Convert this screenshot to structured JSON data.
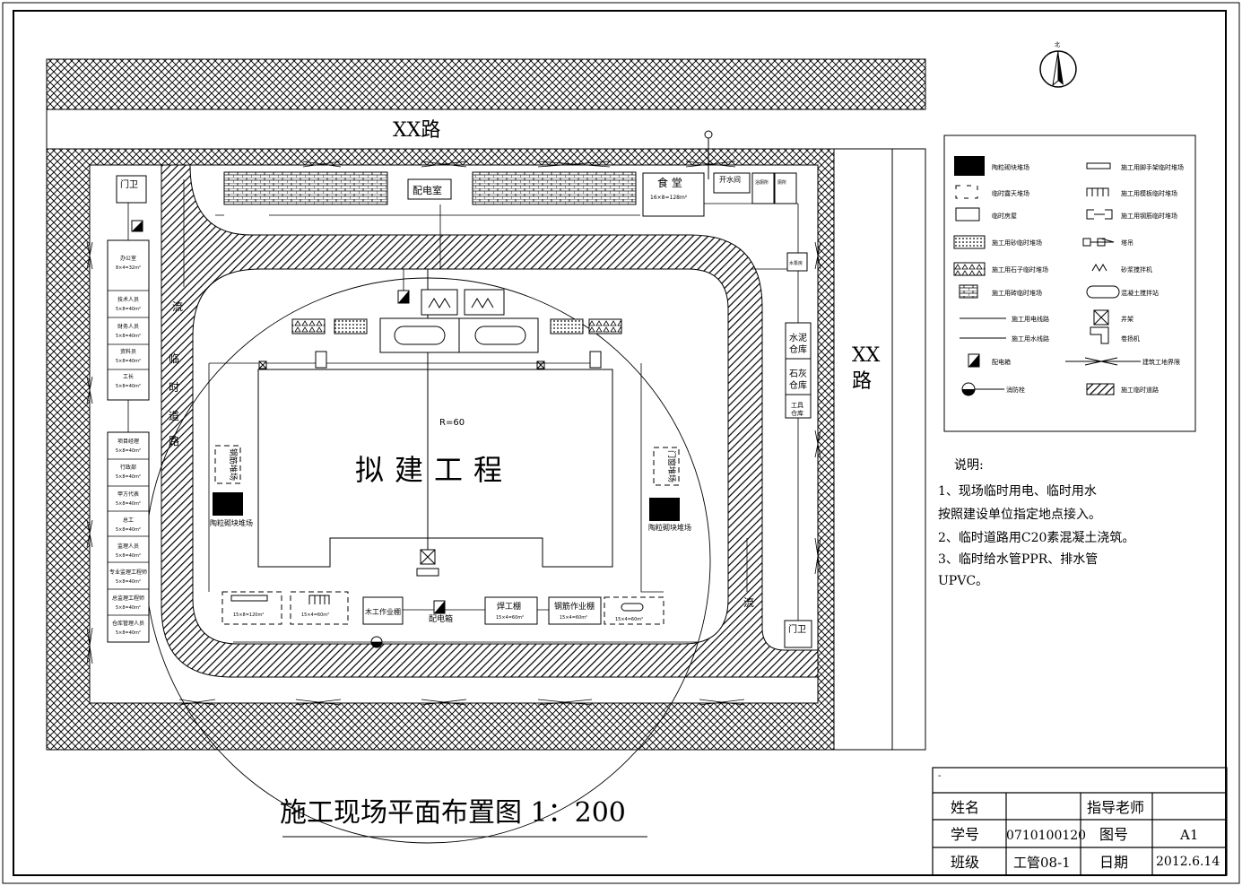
{
  "title": "施工现场平面布置图 1：200",
  "north_label": "北",
  "roads": {
    "top": "XX路",
    "right_line1": "XX",
    "right_line2": "路"
  },
  "site": {
    "main_building": "拟建工程",
    "crane_radius": "R=60",
    "temp_road_chars": [
      "临",
      "时",
      "道",
      "路"
    ],
    "flow_left": "流",
    "flow_right": "流",
    "power_room": "配电室",
    "canteen": "食 堂",
    "canteen_area": "16×8=128m²",
    "boiler_room": "开水间",
    "bath_room": "浴厕所",
    "toilet": "厕所",
    "guard_top": "门卫",
    "guard_bottom": "门卫",
    "pump_room": "水泵房",
    "cement_store_1": "水泥",
    "cement_store_2": "仓库",
    "lime_store_1": "石灰",
    "lime_store_2": "仓库",
    "tool_store_1": "工具",
    "tool_store_2": "仓库",
    "offices": [
      {
        "name": "办公室",
        "area": "8×4=32m²"
      },
      {
        "name": "技术人员",
        "area": "5×8=40m²"
      },
      {
        "name": "财务人员",
        "area": "5×8=40m²"
      },
      {
        "name": "资料员",
        "area": "5×8=40m²"
      },
      {
        "name": "工长",
        "area": "5×8=40m²"
      }
    ],
    "offices_lower": [
      {
        "name": "项目经理",
        "area": "5×8=40m²"
      },
      {
        "name": "行政部",
        "area": "5×8=40m²"
      },
      {
        "name": "甲方代表",
        "area": "5×8=40m²"
      },
      {
        "name": "总工",
        "area": "5×8=40m²"
      },
      {
        "name": "监理人员",
        "area": "5×8=40m²"
      },
      {
        "name": "专业监理工程师",
        "area": "5×8=40m²"
      },
      {
        "name": "总监理工程师",
        "area": "5×8=40m²"
      },
      {
        "name": "仓库管理人员",
        "area": "5×8=40m²"
      }
    ],
    "left_rebar_yard": "钢筋堆场",
    "right_form_yard": "门窗堆场",
    "ceramsite_left": "陶粒砌块堆场",
    "ceramsite_right": "陶粒砌块堆场",
    "carpentry": "木工作业棚",
    "dist_box": "配电箱",
    "welding": "焊工棚",
    "welding_area": "15×4=60m²",
    "rebar_shed": "钢筋作业棚",
    "rebar_area": "15×4=60m²",
    "scaffold_area": "15×8=120m²",
    "formwork_area": "15×4=60m²",
    "pipe_area": "15×4=60m²"
  },
  "legend": [
    {
      "icon": "ceramsite-block-icon",
      "label": "陶粒砌块堆场"
    },
    {
      "icon": "scaffold-icon",
      "label": "施工用脚手架临时堆场"
    },
    {
      "icon": "open-yard-icon",
      "label": "临时露天堆场"
    },
    {
      "icon": "formwork-icon",
      "label": "施工用模板临时堆场"
    },
    {
      "icon": "temp-house-icon",
      "label": "临时房屋"
    },
    {
      "icon": "rebar-icon",
      "label": "施工用钢筋临时堆场"
    },
    {
      "icon": "sand-icon",
      "label": "施工用砂临时堆场"
    },
    {
      "icon": "tower-crane-icon",
      "label": "塔吊"
    },
    {
      "icon": "gravel-icon",
      "label": "施工用石子临时堆场"
    },
    {
      "icon": "mortar-mixer-icon",
      "label": "砂浆搅拌机"
    },
    {
      "icon": "brick-icon",
      "label": "施工用砖临时堆场"
    },
    {
      "icon": "concrete-station-icon",
      "label": "混凝土搅拌站"
    },
    {
      "icon": "power-line-icon",
      "label": "施工用电线路"
    },
    {
      "icon": "well-frame-icon",
      "label": "井架"
    },
    {
      "icon": "water-line-icon",
      "label": "施工用水线路"
    },
    {
      "icon": "hoist-icon",
      "label": "卷扬机"
    },
    {
      "icon": "distribution-box-icon",
      "label": "配电箱"
    },
    {
      "icon": "boundary-icon",
      "label": "建筑工地界限"
    },
    {
      "icon": "hydrant-icon",
      "label": "消防栓"
    },
    {
      "icon": "temp-road-icon",
      "label": "施工临时道路"
    }
  ],
  "notes": {
    "heading": "说明:",
    "line1": "1、现场临时用电、临时用水",
    "line2": "按照建设单位指定地点接入。",
    "line3": "2、临时道路用C20素混凝土浇筑。",
    "line4": "3、临时给水管PPR、排水管",
    "line5": "UPVC。"
  },
  "title_block": {
    "top_mark": "-",
    "name_label": "姓名",
    "name_value": "",
    "advisor_label": "指导老师",
    "advisor_value": "",
    "id_label": "学号",
    "id_value": "0710100120",
    "drawing_label": "图号",
    "drawing_value": "A1",
    "class_label": "班级",
    "class_value": "工管08-1",
    "date_label": "日期",
    "date_value": "2012.6.14"
  }
}
